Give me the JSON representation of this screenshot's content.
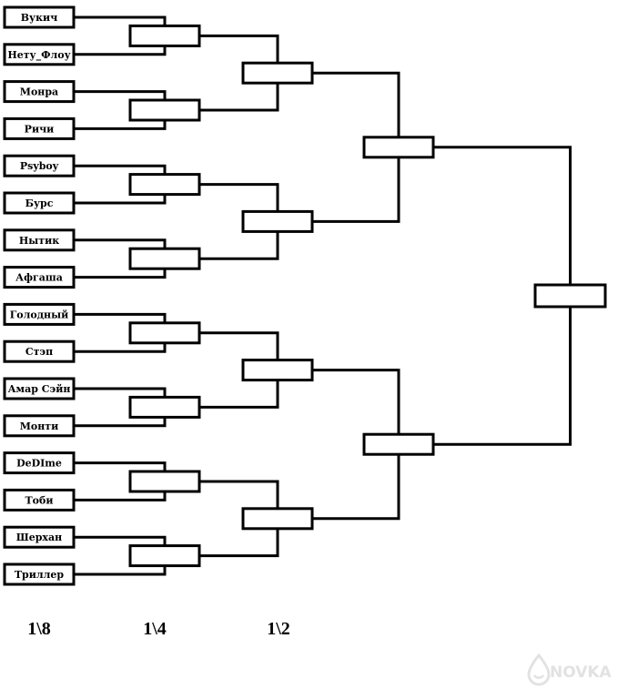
{
  "bracket": {
    "players": [
      "Вукич",
      "Нету_Флоу",
      "Монра",
      "Ричи",
      "Psyboy",
      "Бурс",
      "Нытик",
      "Афгаша",
      "Голодный",
      "Стэп",
      "Амар Сэйн",
      "Монти",
      "DeDIme",
      "Тоби",
      "Шерхан",
      "Триллер"
    ],
    "rounds": [
      "1\\8",
      "1\\4",
      "1\\2"
    ]
  },
  "watermark": {
    "text": "NOVKA",
    "icon": "drop-logo-icon"
  },
  "colors": {
    "line": "#000000",
    "box_fill": "#ffffff",
    "watermark": "#e2e2e2"
  }
}
